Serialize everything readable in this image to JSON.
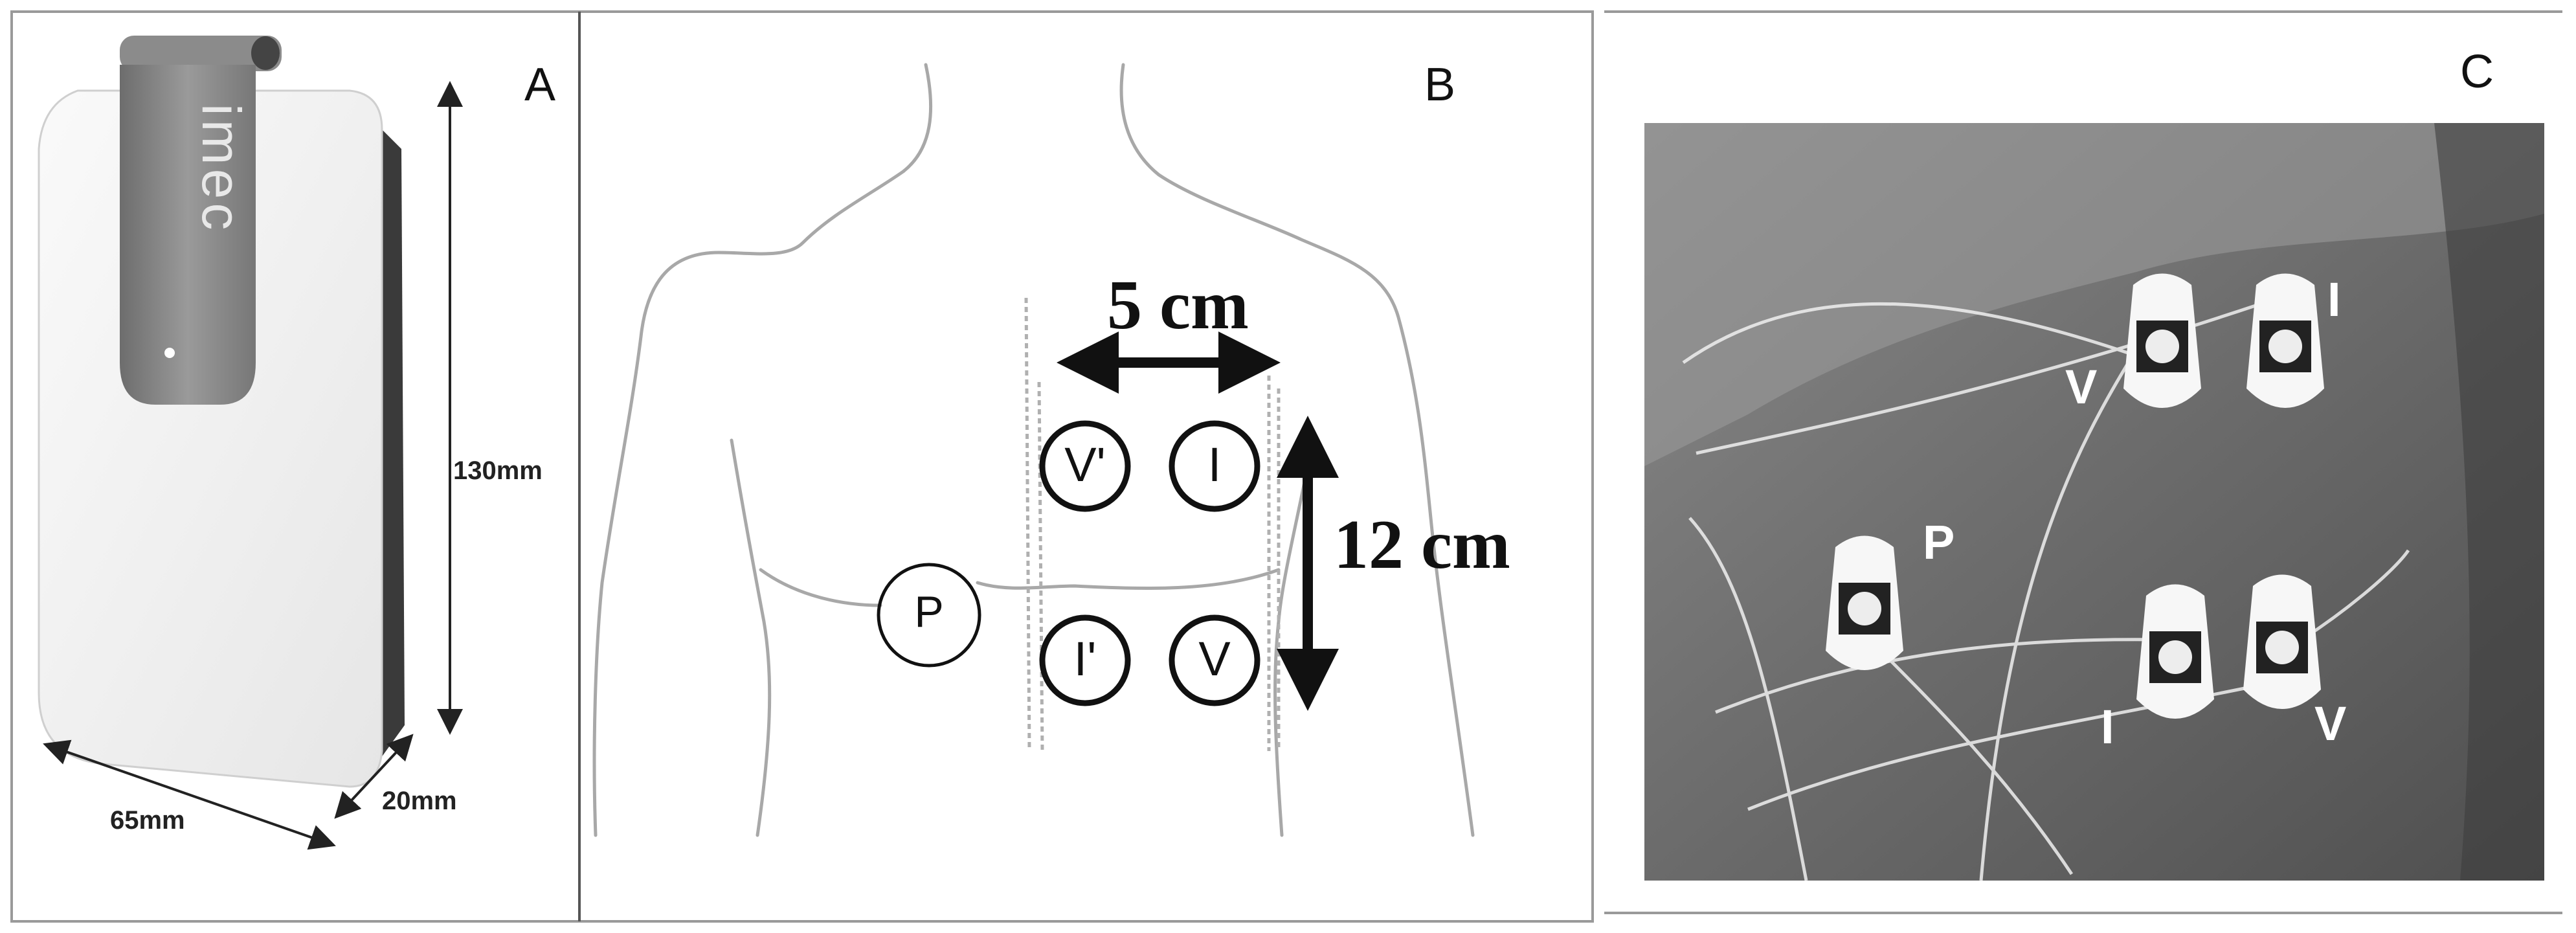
{
  "panels": {
    "a": {
      "label": "A",
      "brand": "imec",
      "height_dim": "130mm",
      "width_dim": "65mm",
      "depth_dim": "20mm"
    },
    "b": {
      "label": "B",
      "horizontal_spacing": "5 cm",
      "vertical_spacing": "12 cm",
      "electrodes": {
        "top_left": "V'",
        "top_right": "I",
        "bottom_left": "I'",
        "bottom_right": "V",
        "reference": "P"
      }
    },
    "c": {
      "label": "C",
      "electrode_labels": {
        "upper_v": "V",
        "upper_i": "I",
        "reference": "P",
        "lower_i": "I",
        "lower_v": "V"
      }
    }
  }
}
